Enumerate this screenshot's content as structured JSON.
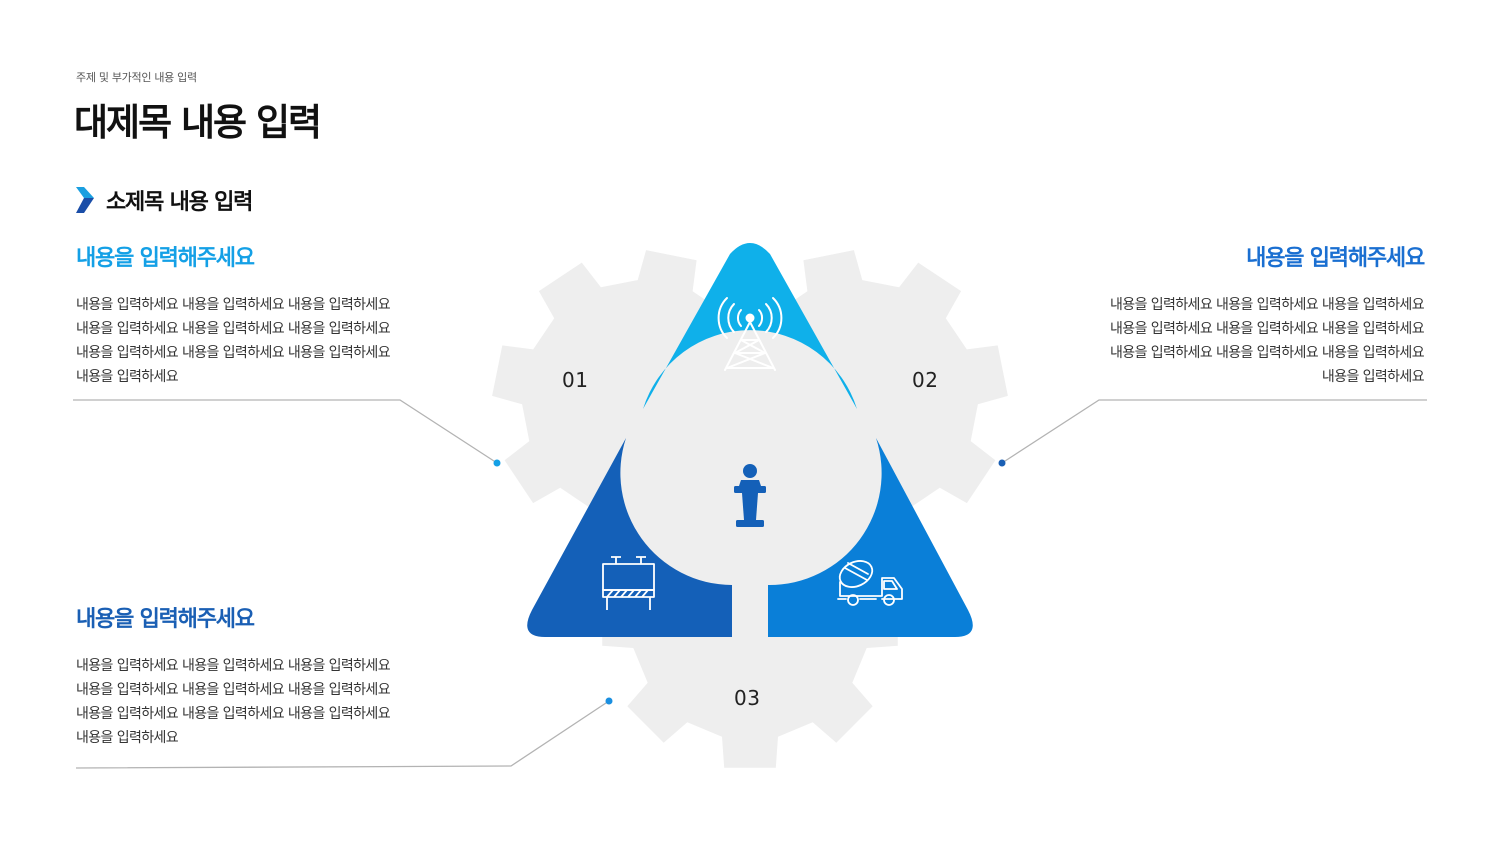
{
  "header": {
    "subtitle": "주제 및 부가적인 내용 입력",
    "title": "대제목 내용 입력",
    "section_label": "소제목 내용 입력"
  },
  "items": [
    {
      "number": "01",
      "heading": "내용을 입력해주세요",
      "body": "내용을 입력하세요 내용을 입력하세요 내용을 입력하세요 내용을 입력하세요 내용을 입력하세요 내용을 입력하세요 내용을 입력하세요 내용을 입력하세요 내용을 입력하세요 내용을 입력하세요",
      "icon": "radio-tower-icon",
      "color": "#0fb0ea"
    },
    {
      "number": "02",
      "heading": "내용을 입력해주세요",
      "body": "내용을 입력하세요 내용을 입력하세요 내용을 입력하세요 내용을 입력하세요 내용을 입력하세요 내용을 입력하세요 내용을 입력하세요 내용을 입력하세요 내용을 입력하세요 내용을 입력하세요",
      "icon": "concrete-mixer-truck-icon",
      "color": "#0a7fd8"
    },
    {
      "number": "03",
      "heading": "내용을 입력해주세요",
      "body": "내용을 입력하세요 내용을 입력하세요 내용을 입력하세요 내용을 입력하세요 내용을 입력하세요 내용을 입력하세요 내용을 입력하세요 내용을 입력하세요 내용을 입력하세요 내용을 입력하세요",
      "icon": "billboard-icon",
      "color": "#1460b8"
    }
  ],
  "center_icon": "podium-speaker-icon",
  "colors": {
    "gear": "#eeeeee",
    "connector": "#b3b3b3"
  }
}
